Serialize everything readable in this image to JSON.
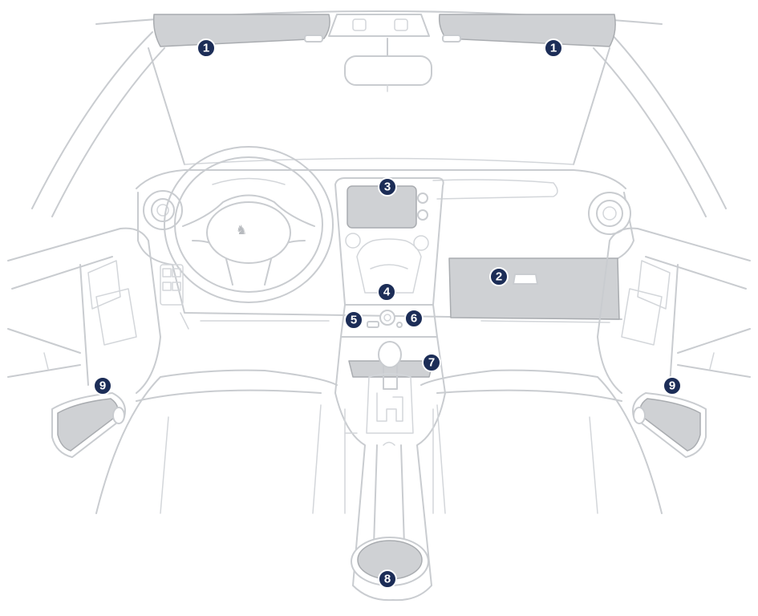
{
  "colors": {
    "line": "#c9ccd0",
    "highlight": "#cfd1d4",
    "badge": "#1c2d57",
    "badge_text": "#ffffff"
  },
  "markers": {
    "sun_visor_left": "1",
    "sun_visor_right": "1",
    "glove_box": "2",
    "screen": "3",
    "center_knob": "4",
    "usb_port": "5",
    "jack_socket": "6",
    "console_tray": "7",
    "cup_holder": "8",
    "door_pocket_left": "9",
    "door_pocket_right": "9"
  },
  "icons": {
    "steering_logo": "lion-emblem-icon"
  }
}
